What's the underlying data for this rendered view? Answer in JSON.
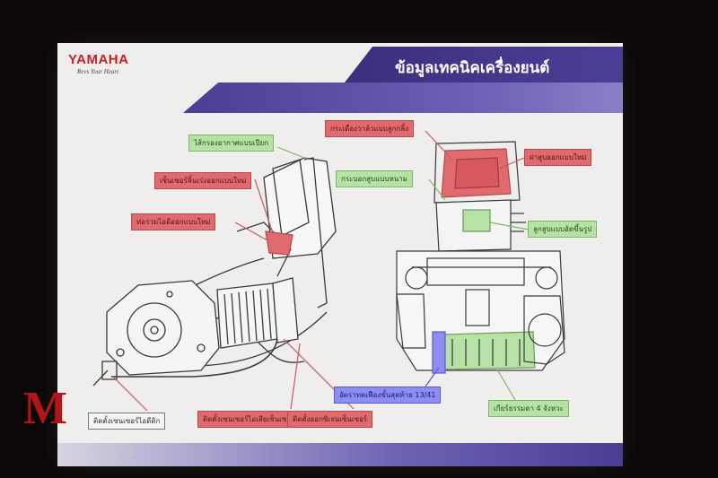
{
  "brand": {
    "logo": "YAMAHA",
    "tagline": "Revs Your Heart"
  },
  "slide": {
    "title": "ข้อมูลเทคนิคเครื่องยนต์"
  },
  "labels": {
    "air_filter": "ไส้กรองอากาศแบบเปียก",
    "new_exhaust_cam": "เซ็นเซอร์ลิ้นเร่งออกแบบใหม่",
    "new_intake": "ท่อร่วมไอดีออกแบบใหม่",
    "rocker_arm": "กระเดื่องวาล์วแบบลูกกลิ้ง",
    "cylinder_head": "ฝาสูบออกแบบใหม่",
    "cylinder_sleeve": "กระบอกสูบแบบหนาม",
    "piston": "ลูกสูบแบบอัดขึ้นรูป",
    "gear_ratio": "อัตราทดเฟืองขั้นสุดท้าย 13/41",
    "transmission": "เกียร์ธรรมดา 4 จังหวะ",
    "fuel_temp_sensor": "ติดตั้งเซนเซอร์ไอเสียเซ็นเซอร์",
    "oxygen_sensor": "ติดตั้งออกซิเจนเซ็นเซอร์",
    "crank_sensor": "ติดตั้งเซนเซอร์ไอดีดิก"
  },
  "watermark": {
    "letter": "M",
    "word": "RIVAL"
  },
  "colors": {
    "brand_red": "#c8201e",
    "band_purple": "#4a3d93",
    "label_red": "#e06a70",
    "label_green": "#b7e2a6",
    "label_blue": "#8e8ef2"
  }
}
